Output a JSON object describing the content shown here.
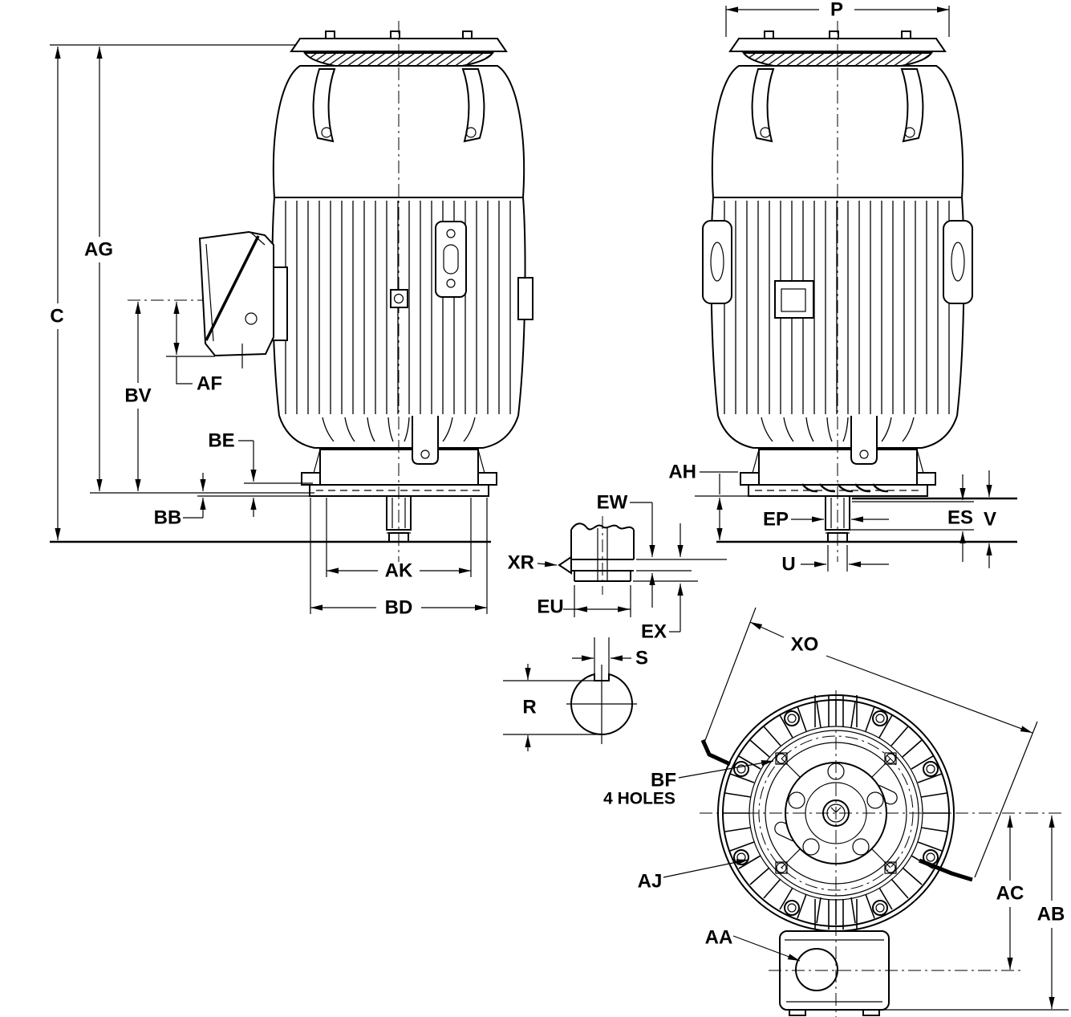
{
  "drawing": {
    "type": "engineering-dimension-outline-drawing",
    "subject": "vertical electric motor, outline and mounting dimensions",
    "ink_color": "#000000",
    "paper_color": "#ffffff"
  },
  "views": {
    "side_left": {
      "name": "side elevation with conduit box",
      "labels": {
        "c": "C",
        "ag": "AG",
        "af": "AF",
        "bv": "BV",
        "be": "BE",
        "bb": "BB",
        "ak": "AK",
        "bd": "BD"
      }
    },
    "side_right": {
      "name": "side elevation with shaft extension dimensions",
      "labels": {
        "p": "P",
        "ah": "AH",
        "ep": "EP",
        "u": "U",
        "es": "ES",
        "v": "V"
      }
    },
    "shaft_end_detail": {
      "name": "shaft extension detail",
      "labels": {
        "ew": "EW",
        "xr": "XR",
        "eu": "EU",
        "ex": "EX"
      }
    },
    "shaft_section_detail": {
      "name": "shaft cross-section with keyway",
      "labels": {
        "s": "S",
        "r": "R"
      }
    },
    "end_view": {
      "name": "bottom end view with flange and conduit box",
      "labels": {
        "xo": "XO",
        "bf": "BF",
        "bf_qty": "4 HOLES",
        "aj": "AJ",
        "aa": "AA",
        "ac": "AC",
        "ab": "AB"
      }
    }
  }
}
